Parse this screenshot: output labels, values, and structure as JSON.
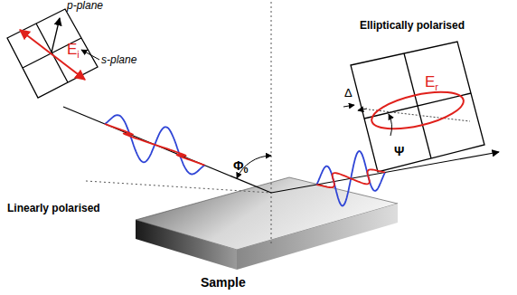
{
  "diagram": {
    "labels": [
      "p-plane",
      "s-plane",
      "Ei",
      "Linearly polarised",
      "Φ0",
      "Sample",
      "Δ",
      "Ψ",
      "Elliptically polarised",
      "Er"
    ]
  }
}
